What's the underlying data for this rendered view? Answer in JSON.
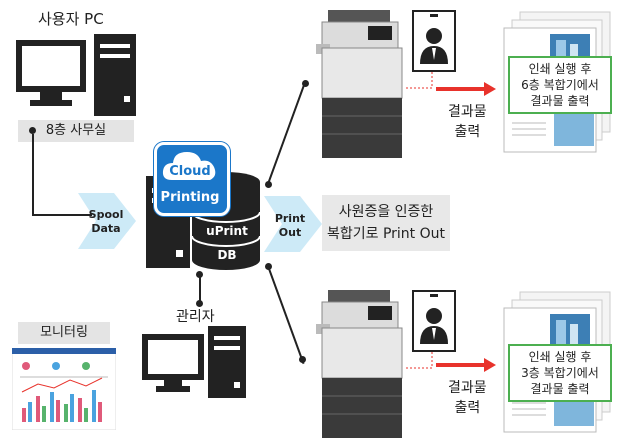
{
  "user_pc": {
    "title": "사용자 PC",
    "location": "8층 사무실"
  },
  "spool": {
    "line1": "Spool",
    "line2": "Data"
  },
  "cloud": {
    "line1": "Cloud",
    "line2": "Printing"
  },
  "db": {
    "line1": "uPrint",
    "line2": "DB"
  },
  "admin": {
    "label": "관리자"
  },
  "monitoring": {
    "label": "모니터링"
  },
  "print_out": {
    "line1": "Print",
    "line2": "Out"
  },
  "auth": {
    "line1": "사원증을 인증한",
    "line2": "복합기로 Print Out"
  },
  "top_branch": {
    "result_line1": "결과물",
    "result_line2": "출력",
    "doc_line1": "인쇄 실행 후",
    "doc_line2": "6층 복합기에서",
    "doc_line3": "결과물 출력"
  },
  "bottom_branch": {
    "result_line1": "결과물",
    "result_line2": "출력",
    "doc_line1": "인쇄 실행 후",
    "doc_line2": "3층 복합기에서",
    "doc_line3": "결과물 출력"
  },
  "colors": {
    "arrow_red": "#e8322b",
    "doc_border": "#4caf50",
    "chevron": "#cdeaf7",
    "cloud_blue": "#1b77c9"
  }
}
